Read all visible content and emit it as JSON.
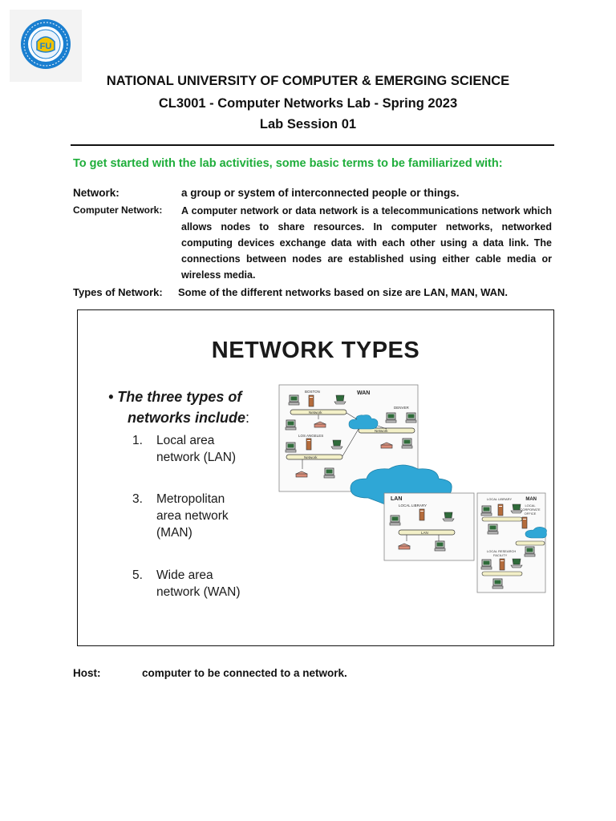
{
  "header": {
    "university": "NATIONAL UNIVERSITY OF COMPUTER & EMERGING SCIENCE",
    "course": "CL3001 - Computer Networks Lab - Spring 2023",
    "session": "Lab Session 01"
  },
  "intro": "To get started with the lab activities, some basic terms to be familiarized with:",
  "definitions": {
    "network": {
      "term": "Network:",
      "desc": "a group or system of interconnected people or things."
    },
    "computer_network": {
      "term": "Computer Network:",
      "desc": "A computer network or data network is a telecommunications network which allows nodes to share resources. In computer networks, networked computing devices exchange data with each other using a data link. The connections between nodes are established using either cable media or wireless media."
    },
    "types": {
      "term": "Types of Network:",
      "desc": "Some of the different networks based on size are LAN, MAN, WAN."
    },
    "host": {
      "term": "Host:",
      "desc": "computer to be connected to a network."
    }
  },
  "figure": {
    "title": "NETWORK TYPES",
    "bullet_line1": "• The three types of",
    "bullet_line2_italic": "networks include",
    "bullet_line2_tail": ":",
    "items": [
      {
        "num": "1.",
        "line1": "Local area",
        "line2": "network (LAN)"
      },
      {
        "num": "3.",
        "line1": "Metropolitan",
        "line2": "area network",
        "line3": "(MAN)"
      },
      {
        "num": "5.",
        "line1": "Wide area",
        "line2": "network (WAN)"
      }
    ],
    "diagram_labels": {
      "wan": "WAN",
      "lan": "LAN",
      "man": "MAN",
      "boston": "BOSTON",
      "denver": "DENVER",
      "los_angeles": "LOS ANGELES",
      "local_library": "LOCAL LIBRARY",
      "local_library_2": "LOCAL LIBRARY",
      "local_research": "LOCAL RESEARCH",
      "facility": "FACILITY",
      "local": "LOCAL",
      "corporate": "CORPORATE",
      "office": "OFFICE",
      "network": "Network"
    }
  },
  "colors": {
    "intro_green": "#1fae3b",
    "cloud_blue": "#2fa7d6",
    "logo_blue": "#1a7fd0",
    "logo_yellow": "#f2c200"
  }
}
